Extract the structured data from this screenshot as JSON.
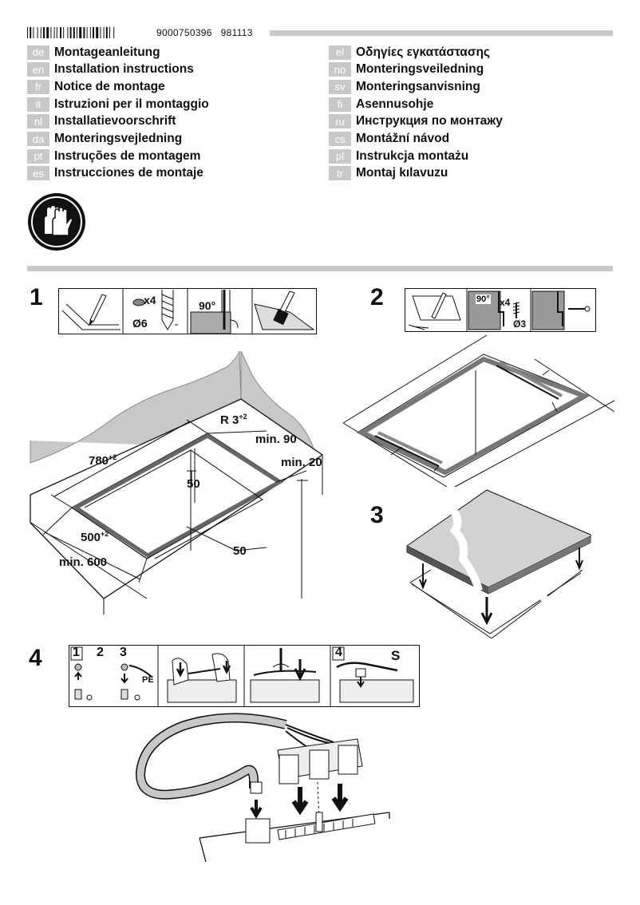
{
  "header": {
    "doc_number": "9000750396",
    "doc_date": "981113"
  },
  "languages_left": [
    {
      "code": "de",
      "label": "Montageanleitung"
    },
    {
      "code": "en",
      "label": "Installation instructions"
    },
    {
      "code": "fr",
      "label": "Notice de montage"
    },
    {
      "code": "it",
      "label": "Istruzioni per il montaggio"
    },
    {
      "code": "nl",
      "label": "Installatievoorschrift"
    },
    {
      "code": "da",
      "label": "Monteringsvejledning"
    },
    {
      "code": "pt",
      "label": "Instruções de montagem"
    },
    {
      "code": "es",
      "label": "Instrucciones de montaje"
    }
  ],
  "languages_right": [
    {
      "code": "el",
      "label": "Οδηγίες εγκατάστασης"
    },
    {
      "code": "no",
      "label": "Monteringsveiledning"
    },
    {
      "code": "sv",
      "label": "Monteringsanvisning"
    },
    {
      "code": "fi",
      "label": "Asennusohje"
    },
    {
      "code": "ru",
      "label": "Инструкция по монтажу"
    },
    {
      "code": "cs",
      "label": "Montážní návod"
    },
    {
      "code": "pl",
      "label": "Instrukcja montażu"
    },
    {
      "code": "tr",
      "label": "Montaj kılavuzu"
    }
  ],
  "icons": {
    "gloves": "gloves-icon"
  },
  "step1": {
    "number": "1",
    "strip_x4": "x4",
    "strip_dia": "Ø6",
    "strip_angle": "90°",
    "dim_radius": "R 3",
    "dim_radius_sup": "+2",
    "dim_min90": "min. 90",
    "dim_780": "780",
    "dim_780_sup": "+2",
    "dim_min20": "min. 20",
    "dim_50_inner": "50",
    "dim_500": "500",
    "dim_500_sup": "+2",
    "dim_50_lower": "50",
    "dim_min600": "min. 600"
  },
  "step2": {
    "number": "2",
    "strip_angle": "90°",
    "strip_x4": "x4",
    "strip_dia": "Ø3"
  },
  "step3": {
    "number": "3"
  },
  "step4": {
    "number": "4",
    "sub1": "1",
    "sub2": "2",
    "sub3": "3",
    "sub4": "4",
    "pe": "PE",
    "s": "S"
  },
  "colors": {
    "gray_bar": "#c8c8c8",
    "dark": "#111111",
    "panel_gray": "#9a9a9a",
    "glass": "#d2d2d2"
  }
}
